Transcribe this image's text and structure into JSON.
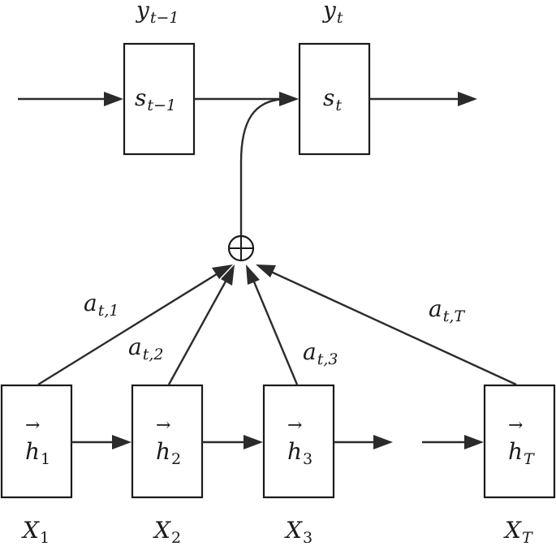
{
  "decoder": {
    "outputs": [
      {
        "main": "y",
        "sub": "t−1"
      },
      {
        "main": "y",
        "sub": "t"
      }
    ],
    "states": [
      {
        "main": "s",
        "sub": "t−1"
      },
      {
        "main": "s",
        "sub": "t"
      }
    ]
  },
  "combine_symbol": "⊕",
  "weights": [
    {
      "main": "a",
      "sub": "t,1"
    },
    {
      "main": "a",
      "sub": "t,2"
    },
    {
      "main": "a",
      "sub": "t,3"
    },
    {
      "main": "a",
      "sub": "t,T"
    }
  ],
  "encoder": {
    "arrow_glyph": "→",
    "hidden": [
      {
        "main": "h",
        "sub": "1"
      },
      {
        "main": "h",
        "sub": "2"
      },
      {
        "main": "h",
        "sub": "3"
      },
      {
        "main": "h",
        "sub": "T"
      }
    ],
    "inputs": [
      {
        "main": "X",
        "sub": "1"
      },
      {
        "main": "X",
        "sub": "2"
      },
      {
        "main": "X",
        "sub": "3"
      },
      {
        "main": "X",
        "sub": "T"
      }
    ]
  }
}
